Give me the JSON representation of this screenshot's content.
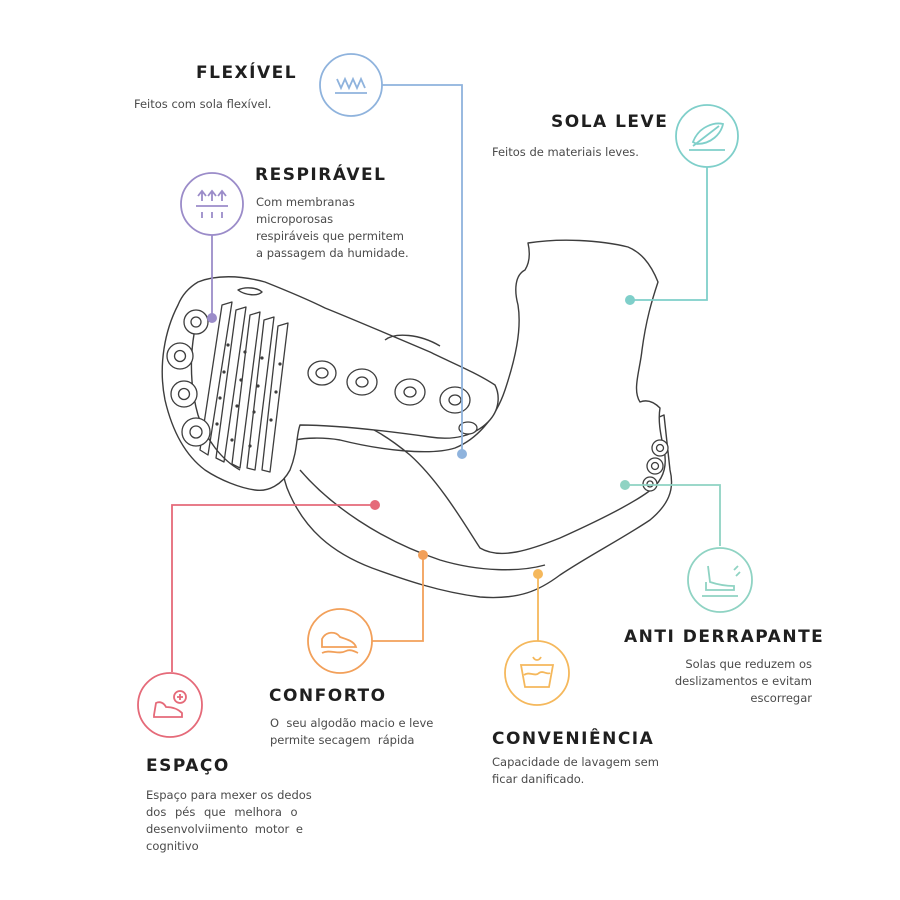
{
  "features": {
    "flexivel": {
      "title": "FLEXÍVEL",
      "lines": [
        "Feitos com sola flexível."
      ],
      "color": "#8fb3dd",
      "icon": "wave-lines"
    },
    "respiravel": {
      "title": "RESPIRÁVEL",
      "lines": [
        "Com membranas",
        "microporosas",
        "respiráveis que permitem",
        "a passagem da humidade."
      ],
      "color": "#9b8cc9",
      "icon": "up-arrows"
    },
    "sola_leve": {
      "title": "SOLA LEVE",
      "lines": [
        "Feitos de materiais leves."
      ],
      "color": "#7fcfca",
      "icon": "feather"
    },
    "espaco": {
      "title": "ESPAÇO",
      "lines": [
        "Espaço para mexer os dedos",
        "dos pés que melhora o",
        "desenvolviimento motor e",
        "cognitivo"
      ],
      "color": "#e56a79",
      "icon": "foot-plus"
    },
    "conforto": {
      "title": "CONFORTO",
      "lines": [
        "O  seu algodão macio e leve",
        "permite secagem  rápida"
      ],
      "color": "#f2a05a",
      "icon": "cushioned-shoe"
    },
    "conveniencia": {
      "title": "CONVENIÊNCIA",
      "lines": [
        "Capacidade de lavagem sem",
        "ficar danificado."
      ],
      "color": "#f5b85c",
      "icon": "washing-basin"
    },
    "anti_derrapante": {
      "title": "ANTI DERRAPANTE",
      "lines": [
        "Solas que reduzem os",
        "deslizamentos e evitam",
        "escorregar"
      ],
      "color": "#8fd3c3",
      "icon": "slipping-foot"
    }
  },
  "colors": {
    "outline": "#3d3d3d",
    "background": "#ffffff"
  }
}
